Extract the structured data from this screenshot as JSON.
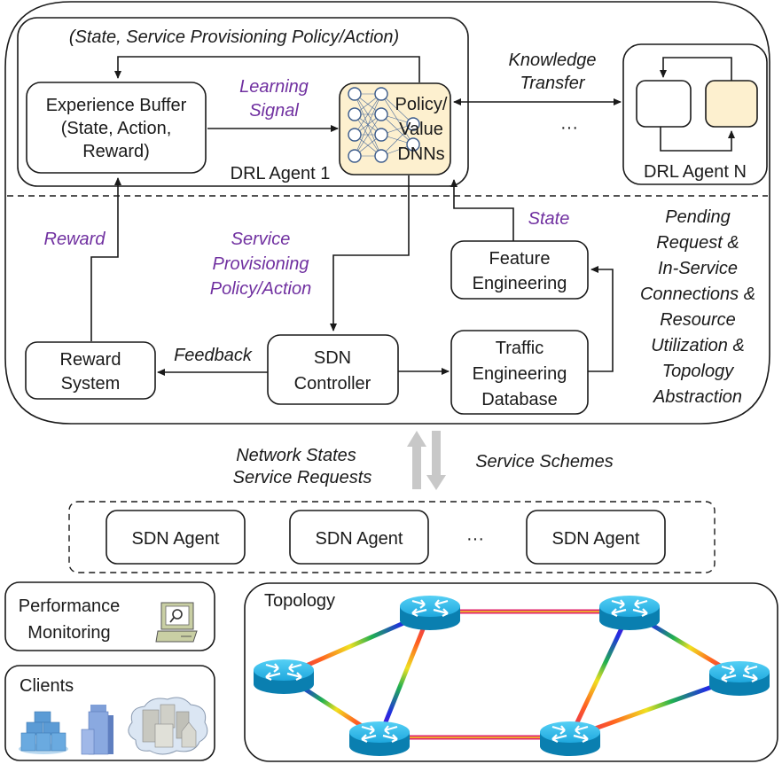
{
  "drl_agent_1": {
    "label": "DRL Agent 1",
    "feedback_loop_label": "(State, Service Provisioning Policy/Action)",
    "experience_buffer": [
      "Experience Buffer",
      "(State, Action,",
      "Reward)"
    ],
    "learning_signal": [
      "Learning",
      "Signal"
    ],
    "dnn_box": [
      "Policy/",
      "Value",
      "DNNs"
    ]
  },
  "knowledge_transfer": [
    "Knowledge",
    "Transfer"
  ],
  "ellipsis": "···",
  "drl_agent_n": {
    "label": "DRL Agent N"
  },
  "control_plane": {
    "reward_label": "Reward",
    "action_label": [
      "Service",
      "Provisioning",
      "Policy/Action"
    ],
    "state_label": "State",
    "feature_engineering": [
      "Feature",
      "Engineering"
    ],
    "state_description": [
      "Pending",
      "Request &",
      "In-Service",
      "Connections &",
      "Resource",
      "Utilization &",
      "Topology",
      "Abstraction"
    ],
    "reward_system": [
      "Reward",
      "System"
    ],
    "feedback_label": "Feedback",
    "sdn_controller": [
      "SDN",
      "Controller"
    ],
    "ted": [
      "Traffic",
      "Engineering",
      "Database"
    ]
  },
  "interface": {
    "up_label": [
      "Network States",
      "Service Requests"
    ],
    "down_label": "Service Schemes",
    "arrow_color": "#c8c8c8"
  },
  "sdn_agents": [
    "SDN Agent",
    "SDN Agent",
    "SDN Agent"
  ],
  "sdn_agents_ellipsis": "···",
  "performance_monitoring": [
    "Performance",
    "Monitoring"
  ],
  "clients": {
    "label": "Clients"
  },
  "topology": {
    "label": "Topology",
    "router_count": 6,
    "link_count": 8
  },
  "colors": {
    "purple_label": "#7030a0",
    "dnn_fill": "#fdf0cf",
    "router_top": "#29b6e8",
    "router_side": "#0a7fb0"
  }
}
